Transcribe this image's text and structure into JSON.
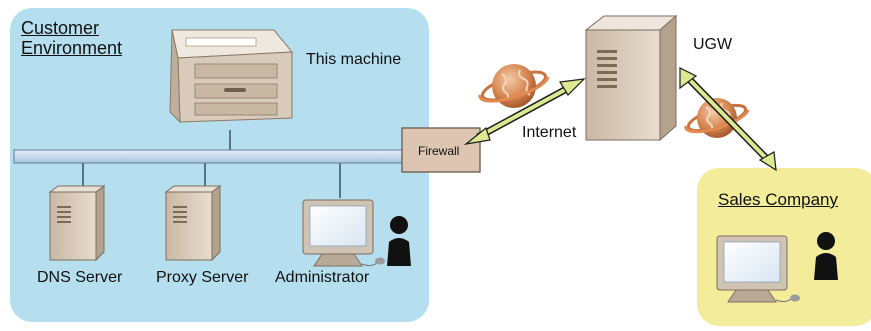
{
  "diagram": {
    "customer_env": {
      "title_line1": "Customer",
      "title_line2": "Environment",
      "fill": "#b5dfee"
    },
    "sales_company": {
      "title": "Sales Company",
      "fill": "#f3ec9b"
    },
    "nodes": {
      "this_machine": "This machine",
      "ugw": "UGW",
      "internet": "Internet",
      "firewall": "Firewall",
      "dns_server": "DNS Server",
      "proxy_server": "Proxy Server",
      "administrator": "Administrator"
    },
    "colors": {
      "bus": "#c6dcee",
      "server": "#d7cab9",
      "firewall": "#dcc6b3",
      "globe": "#cf7a45",
      "link_arrow": "#dde990"
    },
    "icons": [
      "printer-icon",
      "server-icon",
      "globe-icon",
      "monitor-icon",
      "person-icon"
    ]
  }
}
